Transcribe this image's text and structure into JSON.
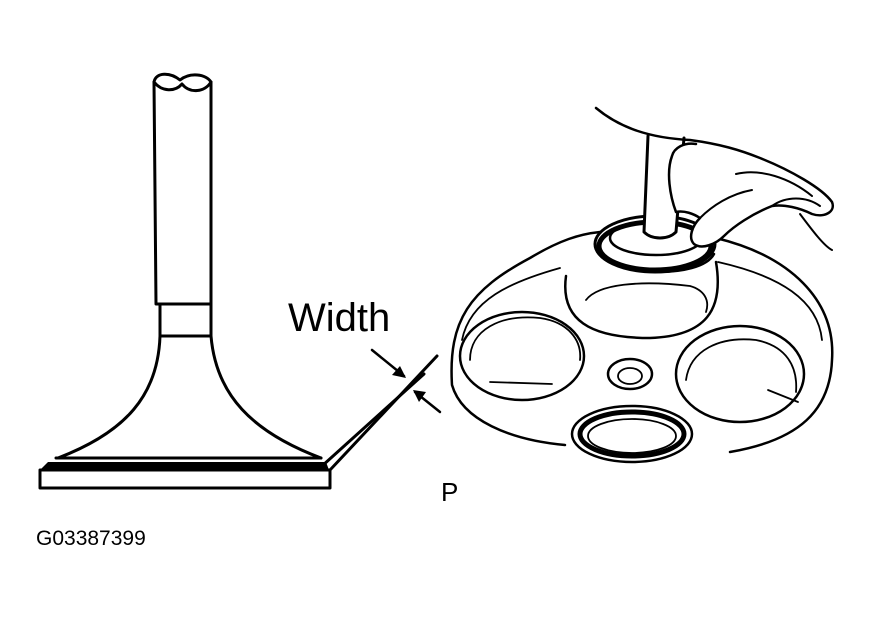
{
  "labels": {
    "width": "Width",
    "point": "P",
    "figure_id": "G03387399"
  },
  "colors": {
    "ink": "#000000",
    "paper": "#ffffff"
  }
}
